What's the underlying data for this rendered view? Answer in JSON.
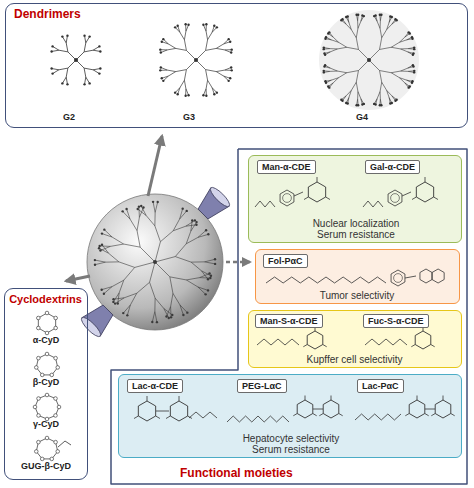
{
  "diagram": {
    "nodes": [
      {
        "text": [
          "Dendrimers"
        ]
      },
      {
        "text": [
          "Cyclodextrins"
        ]
      },
      {
        "text": [
          "Functional moieties"
        ]
      },
      {
        "text": [
          "Nuclear localization Serum resistance"
        ],
        "in": 2
      },
      {
        "text": [
          "Man-α-CDE"
        ],
        "in": 3
      },
      {
        "text": [
          "Gal-α-CDE"
        ],
        "in": 3
      },
      {
        "text": [
          "Tumor selectivity"
        ],
        "in": 2
      },
      {
        "text": [
          "Fol-PαC"
        ],
        "in": 6
      },
      {
        "text": [
          "Kupffer cell selectivity"
        ],
        "in": 2
      },
      {
        "text": [
          "Man-S-α-CDE"
        ],
        "in": 8
      },
      {
        "text": [
          "Fuc-S-α-CDE"
        ],
        "in": 8
      },
      {
        "text": [
          "Hepatocyte selectivity Serum resistance"
        ],
        "in": 2
      },
      {
        "text": [
          "Lac-α-CDE"
        ],
        "in": 11
      },
      {
        "text": [
          "PEG-LαC"
        ],
        "in": 11
      },
      {
        "text": [
          "Lac-PαC"
        ],
        "in": 11
      }
    ],
    "labels": [
      "G2",
      "G3",
      "G4",
      "α-CyD",
      "β-CyD",
      "γ-CyD",
      "GUG-β-CyD"
    ]
  }
}
